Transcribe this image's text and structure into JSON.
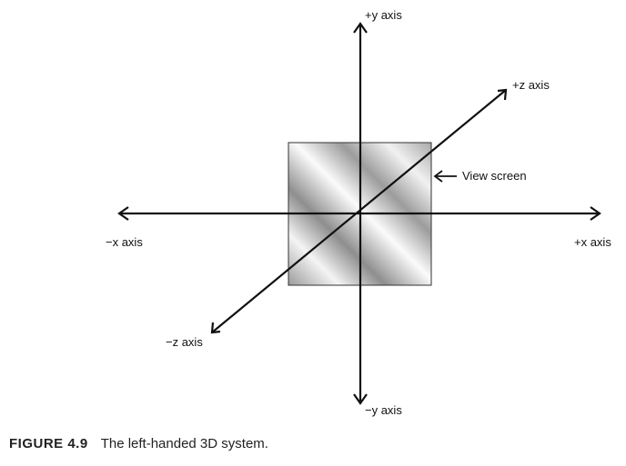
{
  "diagram": {
    "labels": {
      "pos_y": "+y axis",
      "neg_y": "−y axis",
      "pos_x": "+x axis",
      "neg_x": "−x axis",
      "pos_z": "+z axis",
      "neg_z": "−z axis",
      "view_screen": "View screen"
    }
  },
  "caption": {
    "label": "FIGURE 4.9",
    "text": "The left-handed 3D system."
  }
}
